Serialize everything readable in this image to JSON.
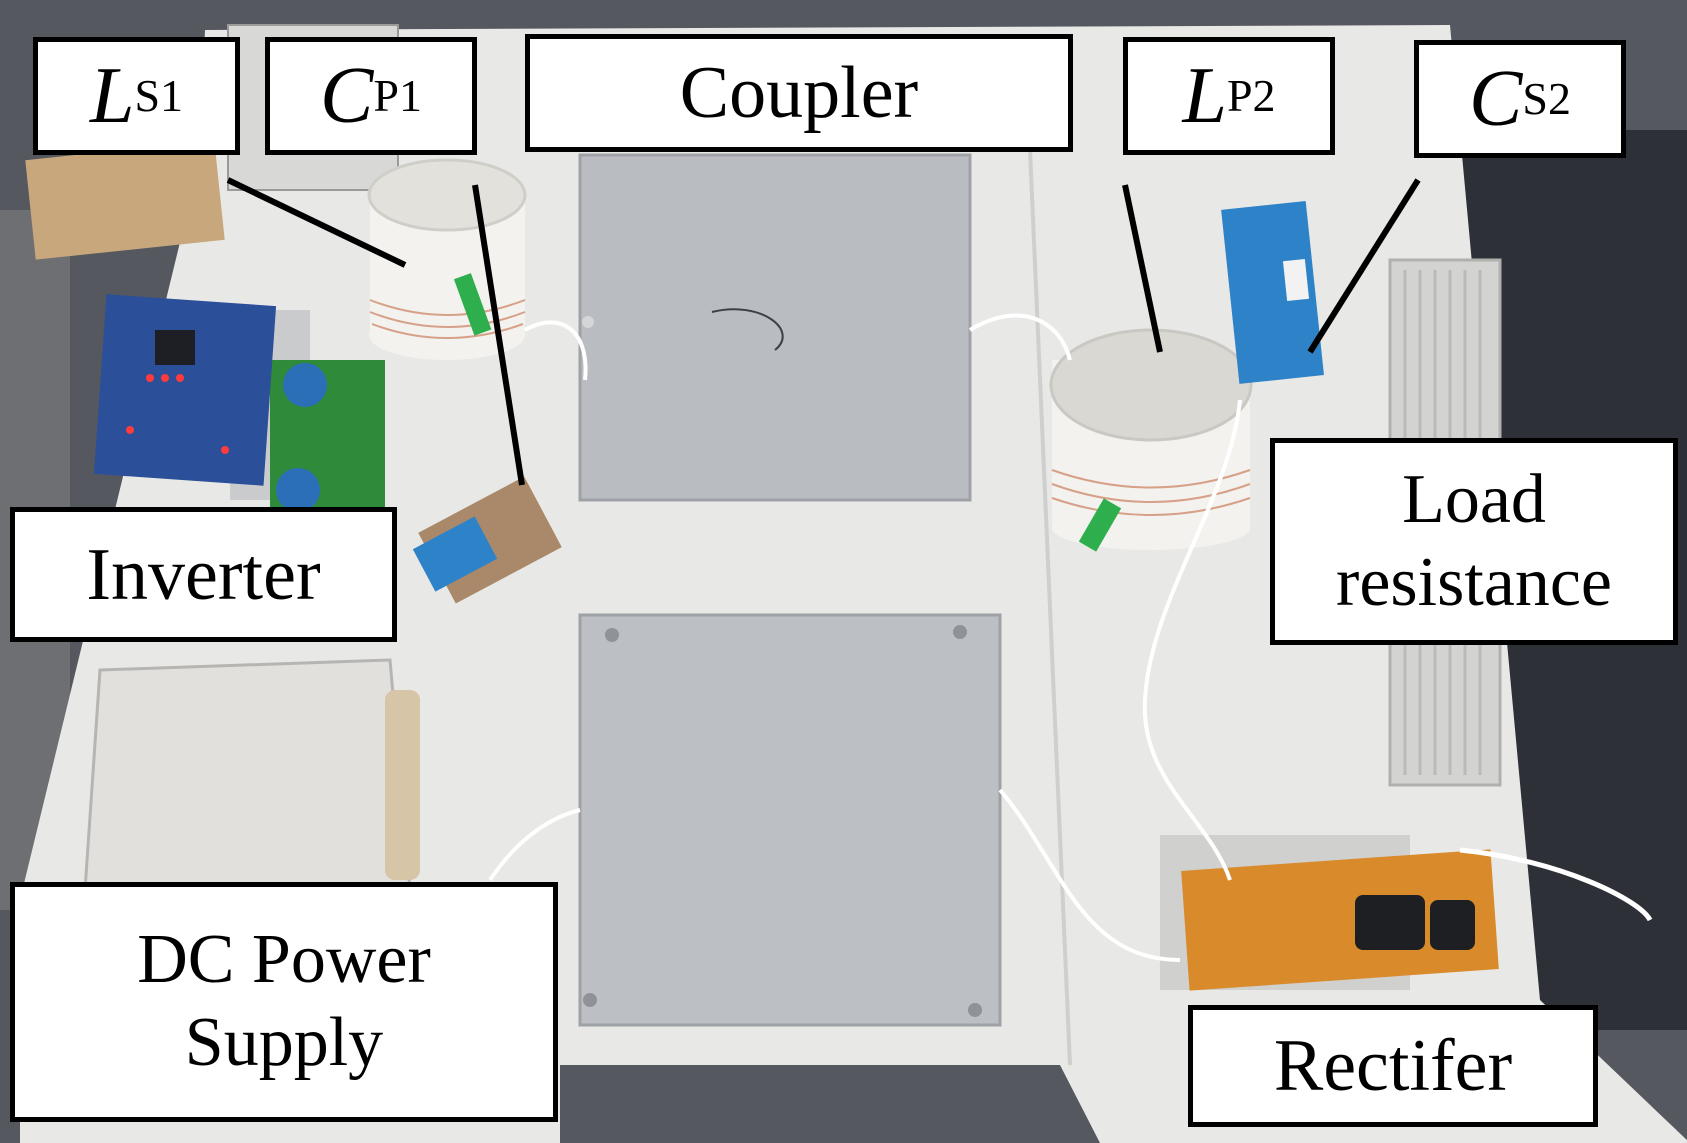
{
  "labels": {
    "ls1": {
      "symbol": "L",
      "subscript": "S1"
    },
    "cp1": {
      "symbol": "C",
      "subscript": "P1"
    },
    "coupler": "Coupler",
    "lp2": {
      "symbol": "L",
      "subscript": "P2"
    },
    "cs2": {
      "symbol": "C",
      "subscript": "S2"
    },
    "inverter": "Inverter",
    "load_resistance": "Load\nresistance",
    "dc_power_supply": "DC Power\nSupply",
    "rectifier": "Rectifer"
  },
  "colors": {
    "table": "#e9e9e7",
    "floor": "#4e5157",
    "plate": "#b7bbbf",
    "coil_tube": "#f4f3ef",
    "capacitor_blue": "#2e82c8",
    "tape_green": "#2fae4e",
    "pcb_green": "#2f8a3a",
    "pcb_blue": "#2c4f9a",
    "rectifier_board": "#d98a2a"
  }
}
